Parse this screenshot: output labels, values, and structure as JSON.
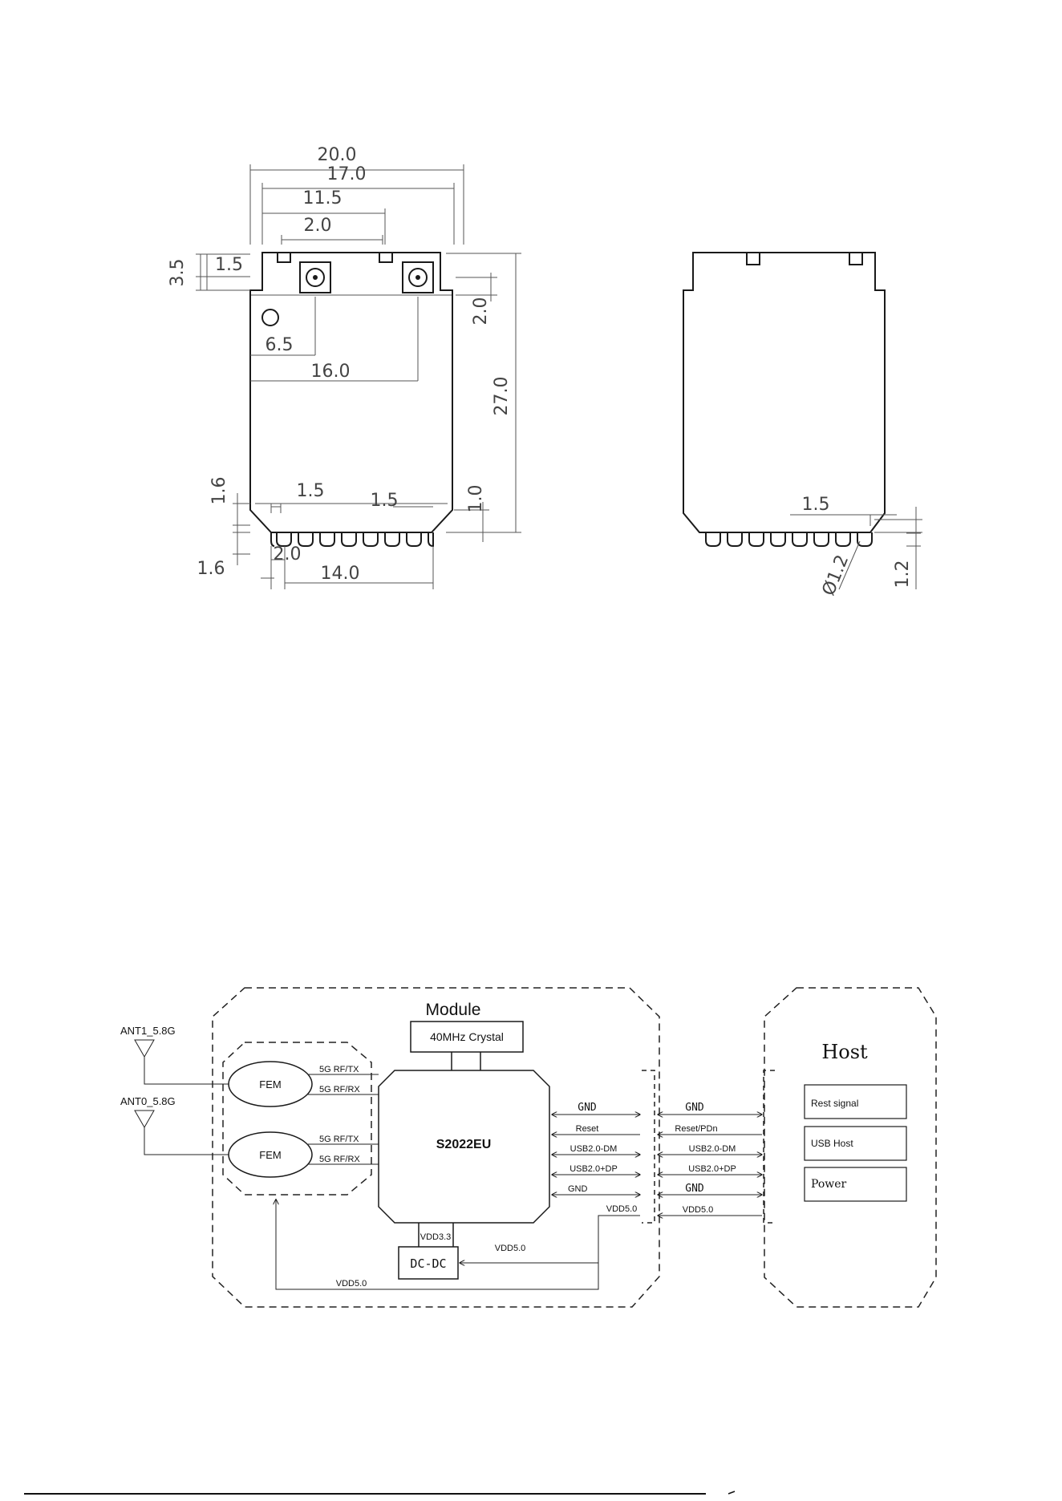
{
  "mechanical": {
    "front_dims": {
      "width_20": "20.0",
      "width_17": "17.0",
      "width_11_5": "11.5",
      "width_2_0_top": "2.0",
      "left_3_5": "3.5",
      "left_1_5": "1.5",
      "right_2_0": "2.0",
      "hole_6_5": "6.5",
      "conn_16_0": "16.0",
      "right_27_0": "27.0",
      "bottom_1_5_a": "1.5",
      "bottom_1_5_b": "1.5",
      "left_1_6_a": "1.6",
      "right_1_0": "1.0",
      "bottom_2_0": "2.0",
      "left_1_6_b": "1.6",
      "bottom_14_0": "14.0"
    },
    "side_dims": {
      "pitch_1_5": "1.5",
      "diameter": "Ø1.2",
      "height_1_2": "1.2"
    }
  },
  "block": {
    "module_title": "Module",
    "host_title": "Host",
    "crystal": "40MHz Crystal",
    "chip": "S2022EU",
    "dcdc": "DC-DC",
    "fem_top": "FEM",
    "fem_bottom": "FEM",
    "ant1": "ANT1_5.8G",
    "ant0": "ANT0_5.8G",
    "rf_tx_1": "5G RF/TX",
    "rf_rx_1": "5G RF/RX",
    "rf_tx_2": "5G RF/TX",
    "rf_rx_2": "5G RF/RX",
    "sig_gnd_1": "GND",
    "sig_reset": "Reset",
    "sig_usb_dm": "USB2.0-DM",
    "sig_usb_dp": "USB2.0+DP",
    "sig_gnd_2": "GND",
    "sig_vdd50_mod": "VDD5.0",
    "host_gnd_1": "GND",
    "host_reset": "Reset/PDn",
    "host_usb_dm": "USB2.0-DM",
    "host_usb_dp": "USB2.0+DP",
    "host_gnd_2": "GND",
    "host_vdd50": "VDD5.0",
    "vdd33": "VDD3.3",
    "vdd50_dcdc": "VDD5.0",
    "vdd50_bottom": "VDD5.0",
    "host_rest_signal": "Rest signal",
    "host_usb_host": "USB Host",
    "host_power": "Power"
  }
}
